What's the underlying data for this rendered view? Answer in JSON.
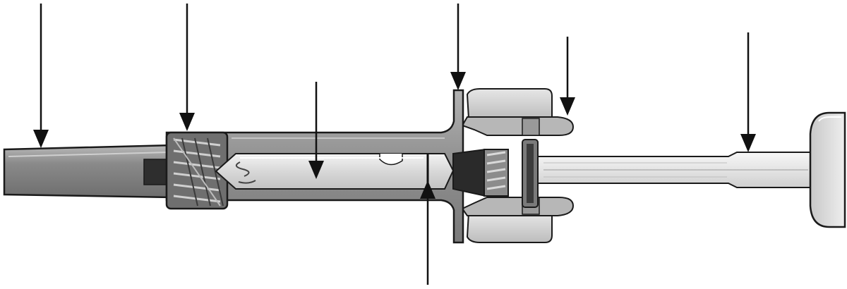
{
  "diagram": {
    "subject": "syringe-cross-section",
    "callouts": [
      {
        "id": "cap",
        "direction": "down"
      },
      {
        "id": "threaded-collar",
        "direction": "down"
      },
      {
        "id": "medicine-chamber",
        "direction": "down"
      },
      {
        "id": "finger-flange",
        "direction": "down"
      },
      {
        "id": "plunger-guard-tab",
        "direction": "down"
      },
      {
        "id": "plunger-rod",
        "direction": "down"
      },
      {
        "id": "stopper-line",
        "direction": "up"
      }
    ],
    "colors": {
      "outline": "#1a1a1a",
      "barrel_fill": "#9a9a9a",
      "cap_fill": "#8f8f8f",
      "collar_fill": "#6f6f6f",
      "glass_fill": "#e2e2e2",
      "guard_fill": "#d6d6d6",
      "rod_fill": "#ececec",
      "arrow": "#111111"
    }
  }
}
